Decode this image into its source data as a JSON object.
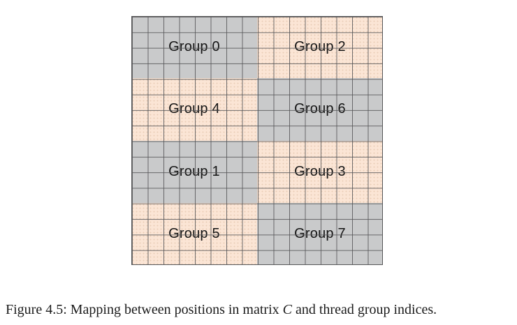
{
  "figure": {
    "grid": {
      "columns": 16,
      "rows": 16,
      "block_columns": 8,
      "block_rows": 4,
      "colors": {
        "gray": "#c9cacb",
        "peach": "#fbe5d5",
        "peach_dot": "#e9cdb6",
        "grid_line": "#565658",
        "label_text": "#141414"
      },
      "blocks": [
        {
          "label": "Group 0",
          "fill": "gray"
        },
        {
          "label": "Group 2",
          "fill": "peach"
        },
        {
          "label": "Group 4",
          "fill": "peach"
        },
        {
          "label": "Group 6",
          "fill": "gray"
        },
        {
          "label": "Group 1",
          "fill": "gray"
        },
        {
          "label": "Group 3",
          "fill": "peach"
        },
        {
          "label": "Group 5",
          "fill": "peach"
        },
        {
          "label": "Group 7",
          "fill": "gray"
        }
      ]
    },
    "caption": {
      "prefix": "Figure 4.5: Mapping between positions in matrix ",
      "math": "C",
      "suffix": " and thread group indices."
    }
  }
}
